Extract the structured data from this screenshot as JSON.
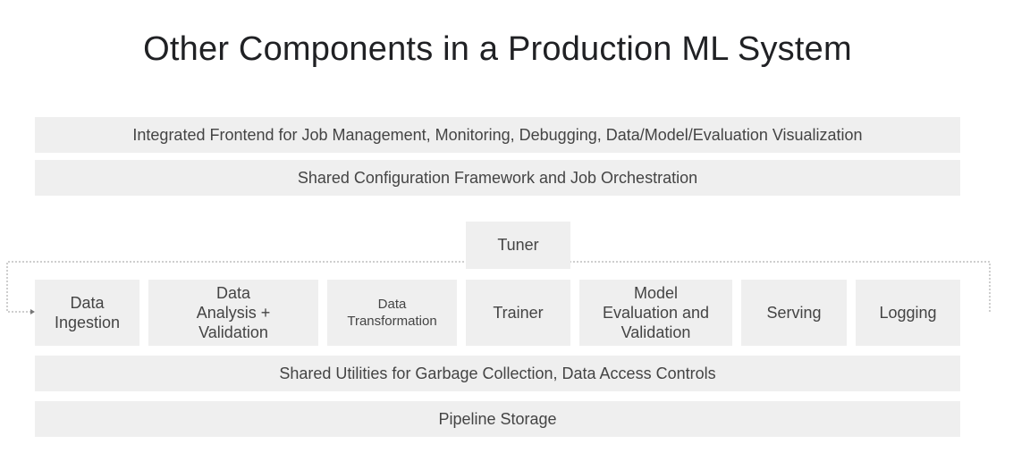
{
  "title": "Other Components in a Production ML System",
  "layers": {
    "frontend": "Integrated Frontend for Job Management, Monitoring, Debugging, Data/Model/Evaluation Visualization",
    "config": "Shared Configuration Framework and Job Orchestration",
    "utilities": "Shared Utilities for Garbage Collection, Data Access Controls",
    "storage": "Pipeline Storage"
  },
  "tuner": "Tuner",
  "components": [
    "Data\nIngestion",
    "Data\nAnalysis +\nValidation",
    "Data\nTransformation",
    "Trainer",
    "Model\nEvaluation and\nValidation",
    "Serving",
    "Logging"
  ],
  "colors": {
    "box_fill": "#efefef",
    "text": "#444444",
    "title": "#202124",
    "loop_line": "#9e9e9e"
  }
}
